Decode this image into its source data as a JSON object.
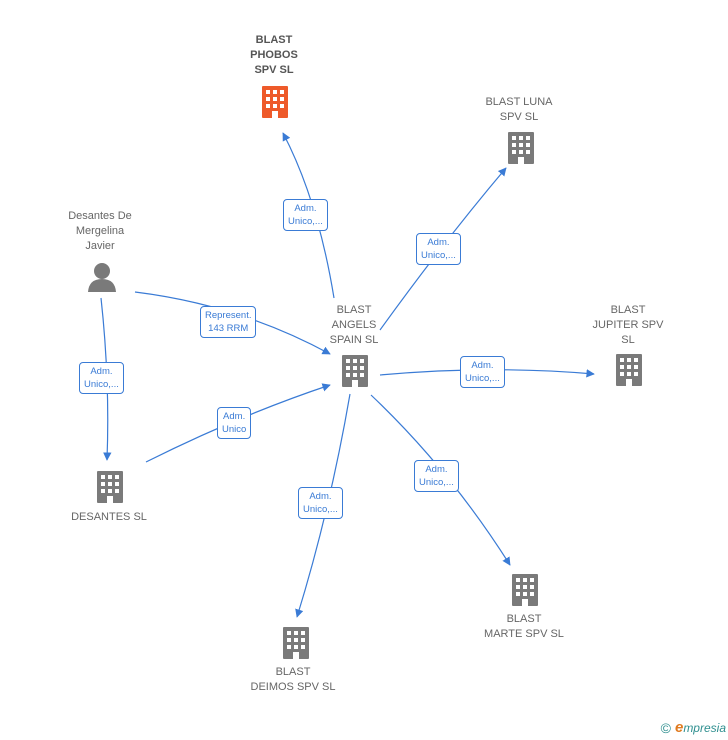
{
  "colors": {
    "edge": "#3a7bd5",
    "building": "#7a7a7a",
    "building_highlight": "#ee5a2a",
    "person": "#7a7a7a"
  },
  "nodes": {
    "phobos": {
      "label": "BLAST\nPHOBOS\nSPV  SL",
      "icon": "building-icon"
    },
    "luna": {
      "label": "BLAST LUNA\nSPV  SL",
      "icon": "building-icon"
    },
    "person": {
      "label": "Desantes De\nMergelina\nJavier",
      "icon": "person-icon"
    },
    "angels": {
      "label": "BLAST\nANGELS\nSPAIN  SL",
      "icon": "building-icon"
    },
    "jupiter": {
      "label": "BLAST\nJUPITER SPV\nSL",
      "icon": "building-icon"
    },
    "desantes": {
      "label": "DESANTES  SL",
      "icon": "building-icon"
    },
    "marte": {
      "label": "BLAST\nMARTE SPV  SL",
      "icon": "building-icon"
    },
    "deimos": {
      "label": "BLAST\nDEIMOS SPV  SL",
      "icon": "building-icon"
    }
  },
  "edges": {
    "angels_phobos": "Adm.\nUnico,...",
    "angels_luna": "Adm.\nUnico,...",
    "person_angels": "Represent.\n143 RRM",
    "person_desantes": "Adm.\nUnico,...",
    "desantes_angels": "Adm.\nUnico",
    "angels_jupiter": "Adm.\nUnico,...",
    "angels_marte": "Adm.\nUnico,...",
    "angels_deimos": "Adm.\nUnico,..."
  },
  "footer": {
    "copyright_symbol": "©",
    "brand_initial": "e",
    "brand_rest": "mpresia"
  }
}
